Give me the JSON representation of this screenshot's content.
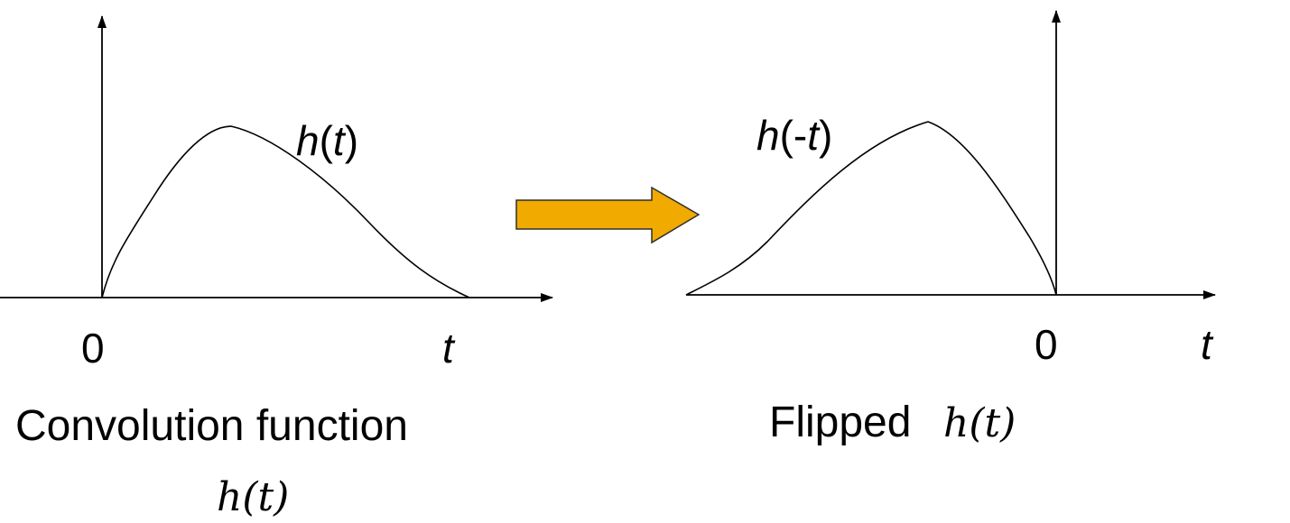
{
  "left_panel": {
    "curve_label_func": "h",
    "curve_label_open": "(",
    "curve_label_var": "t",
    "curve_label_close": ")",
    "origin_label": "0",
    "t_axis_label": "t",
    "caption_line1": "Convolution function",
    "caption_math": "h(t)"
  },
  "right_panel": {
    "curve_label_func": "h",
    "curve_label_open": "(-",
    "curve_label_var": "t",
    "curve_label_close": ")",
    "origin_label": "0",
    "t_axis_label": "t",
    "caption_text": "Flipped",
    "caption_math": "h(t)"
  },
  "arrow": {
    "color": "#F0AA00",
    "outline_color": "#2F2F2F"
  }
}
